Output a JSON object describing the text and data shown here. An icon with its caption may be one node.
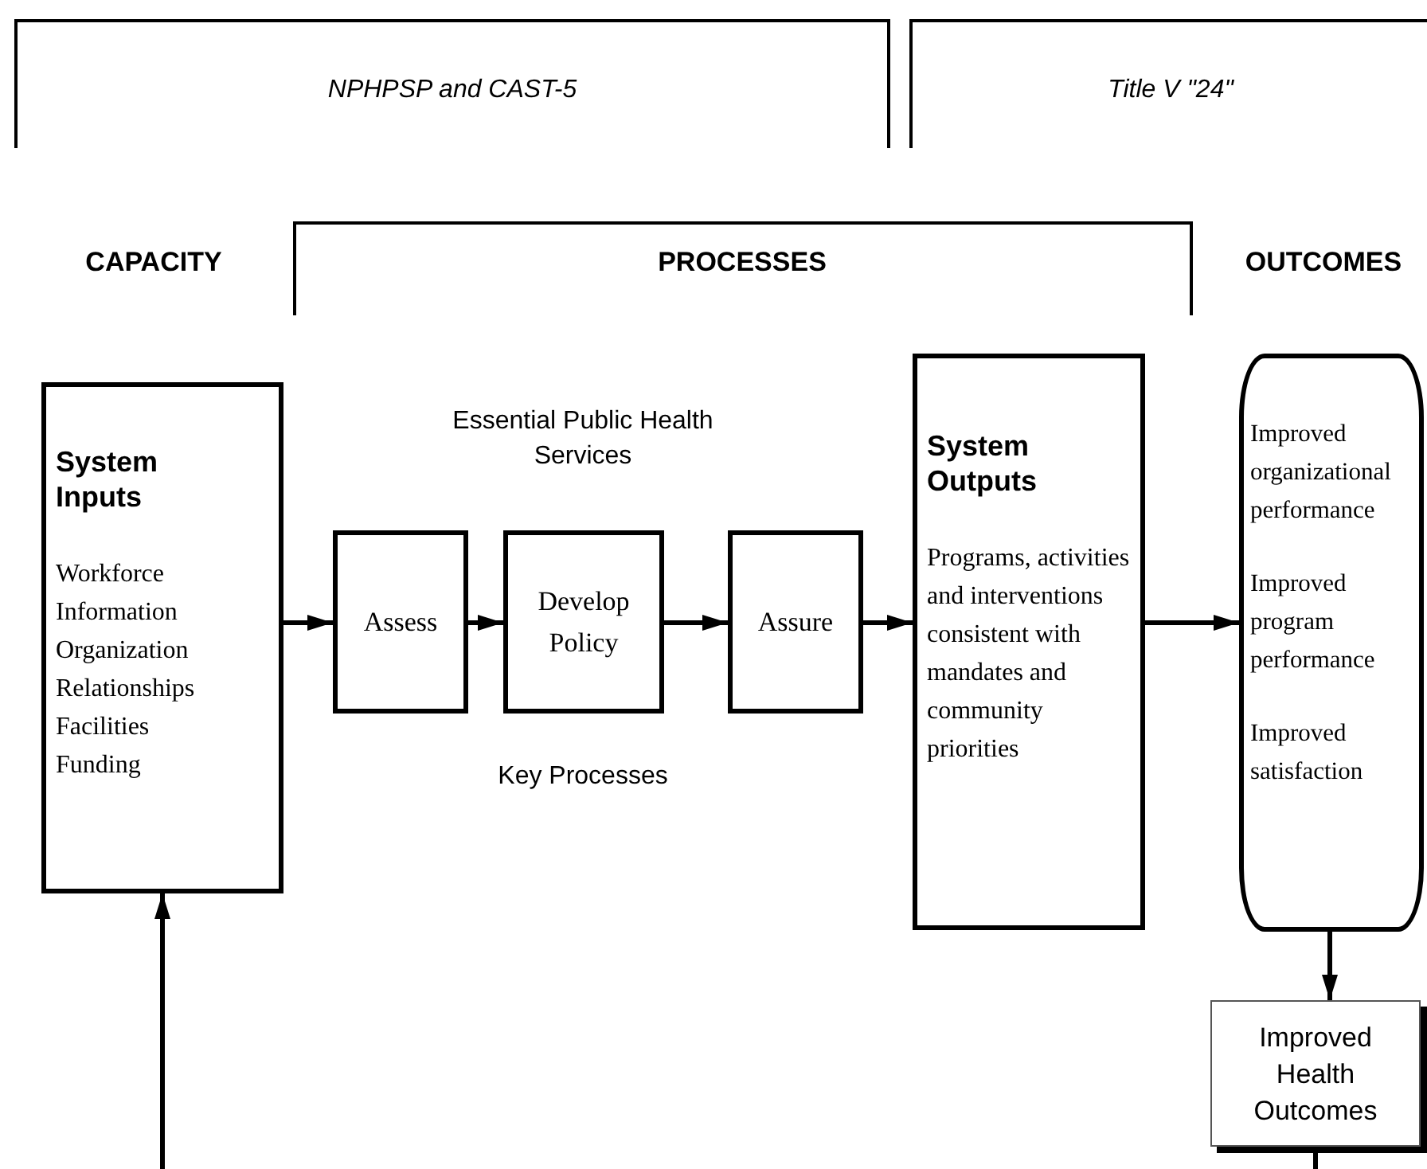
{
  "diagram": {
    "nodes": [
      {
        "text": [
          "System Inputs",
          "Workforce Information Organization Relationships Facilities Funding"
        ]
      },
      {
        "text": [
          "Assess"
        ]
      },
      {
        "text": [
          "Develop Policy"
        ]
      },
      {
        "text": [
          "Assure"
        ]
      },
      {
        "text": [
          "System Outputs",
          "Programs, activities and interventions consistent with mandates and community priorities"
        ]
      },
      {
        "text": [
          "Improved organizational performance",
          "Improved program performance",
          "Improved satisfaction"
        ]
      },
      {
        "text": [
          "Improved Health Outcomes"
        ]
      }
    ],
    "edges": [
      {
        "from": 0,
        "to": 1,
        "arrow": "to"
      },
      {
        "from": 1,
        "to": 2,
        "arrow": "to"
      },
      {
        "from": 2,
        "to": 3,
        "arrow": "to"
      },
      {
        "from": 3,
        "to": 4,
        "arrow": "to"
      },
      {
        "from": 4,
        "to": 5,
        "arrow": "to"
      },
      {
        "from": 5,
        "to": 6,
        "arrow": "to"
      },
      {
        "from": null,
        "to": 0,
        "arrow": "to"
      },
      {
        "from": 6,
        "to": null,
        "arrow": "none"
      }
    ],
    "labels": [
      "NPHPSP and CAST-5",
      "Title V \"24\"",
      "CAPACITY",
      "PROCESSES",
      "OUTCOMES",
      "Essential Public Health Services",
      "Key Processes"
    ]
  }
}
